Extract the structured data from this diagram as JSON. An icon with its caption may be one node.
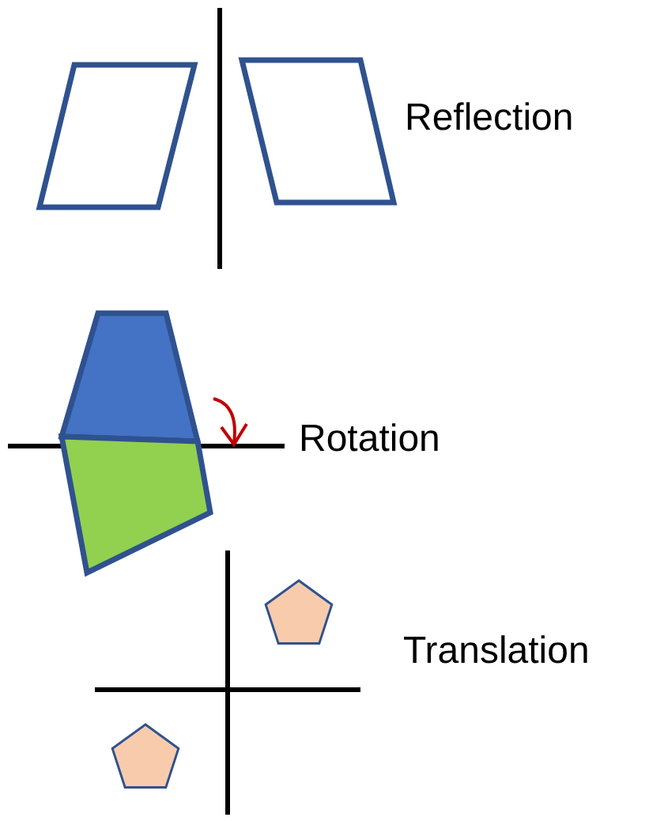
{
  "diagram": {
    "labels": [
      "Reflection",
      "Rotation",
      "Translation"
    ]
  }
}
